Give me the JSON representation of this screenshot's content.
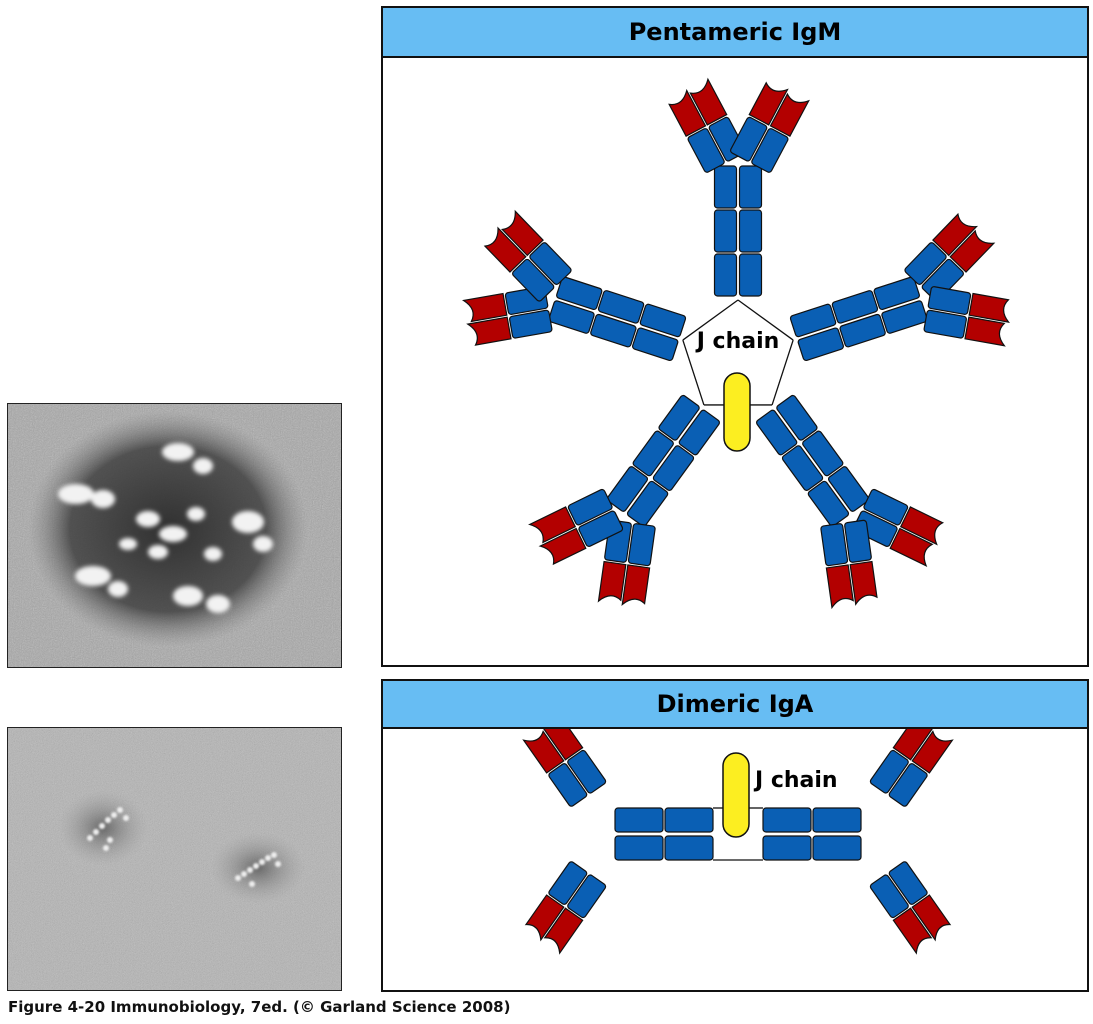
{
  "micrographs": [
    {
      "name": "pentameric-igm-micrograph"
    },
    {
      "name": "dimeric-iga-micrograph"
    }
  ],
  "panels": {
    "igm": {
      "title": "Pentameric IgM",
      "j_chain_label": "J chain"
    },
    "iga": {
      "title": "Dimeric IgA",
      "j_chain_label": "J chain"
    }
  },
  "colors": {
    "constant_domain": "#0a5fb4",
    "variable_domain": "#b30000",
    "j_chain": "#fcee21",
    "header": "#67bdf3"
  },
  "caption": "Figure 4-20  Immunobiology, 7ed. (© Garland Science 2008)"
}
